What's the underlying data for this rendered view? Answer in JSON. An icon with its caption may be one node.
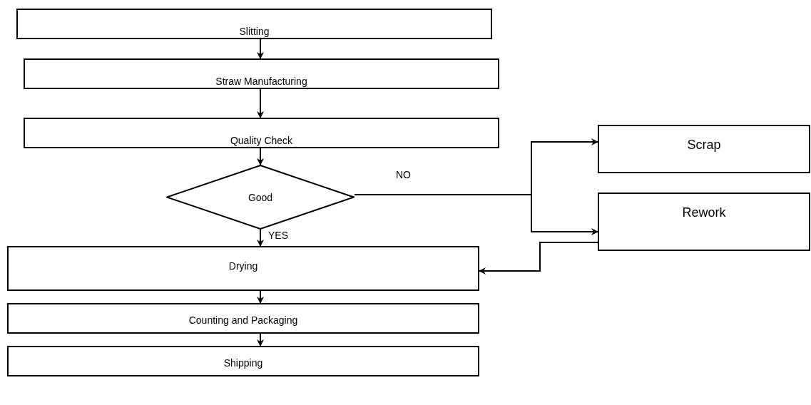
{
  "diagram": {
    "nodes": [
      {
        "text": [
          "Slitting"
        ]
      },
      {
        "text": [
          "Straw Manufacturing"
        ]
      },
      {
        "text": [
          "Quality Check"
        ]
      },
      {
        "text": [
          "Good"
        ]
      },
      {
        "text": [
          "Drying"
        ]
      },
      {
        "text": [
          "Counting and Packaging"
        ]
      },
      {
        "text": [
          "Shipping"
        ]
      },
      {
        "text": [
          "Scrap"
        ]
      },
      {
        "text": [
          "Rework"
        ]
      }
    ],
    "edges": [
      {
        "from": 0,
        "to": 1,
        "arrow": "to"
      },
      {
        "from": 1,
        "to": 2,
        "arrow": "to"
      },
      {
        "from": 2,
        "to": 3,
        "arrow": "to"
      },
      {
        "from": 3,
        "to": 4,
        "arrow": "to",
        "label": "YES"
      },
      {
        "from": 3,
        "to": 7,
        "arrow": "to",
        "label": "NO"
      },
      {
        "from": 3,
        "to": 8,
        "arrow": "to"
      },
      {
        "from": 8,
        "to": 4,
        "arrow": "to"
      },
      {
        "from": 4,
        "to": 5,
        "arrow": "to"
      },
      {
        "from": 5,
        "to": 6,
        "arrow": "to"
      }
    ]
  }
}
